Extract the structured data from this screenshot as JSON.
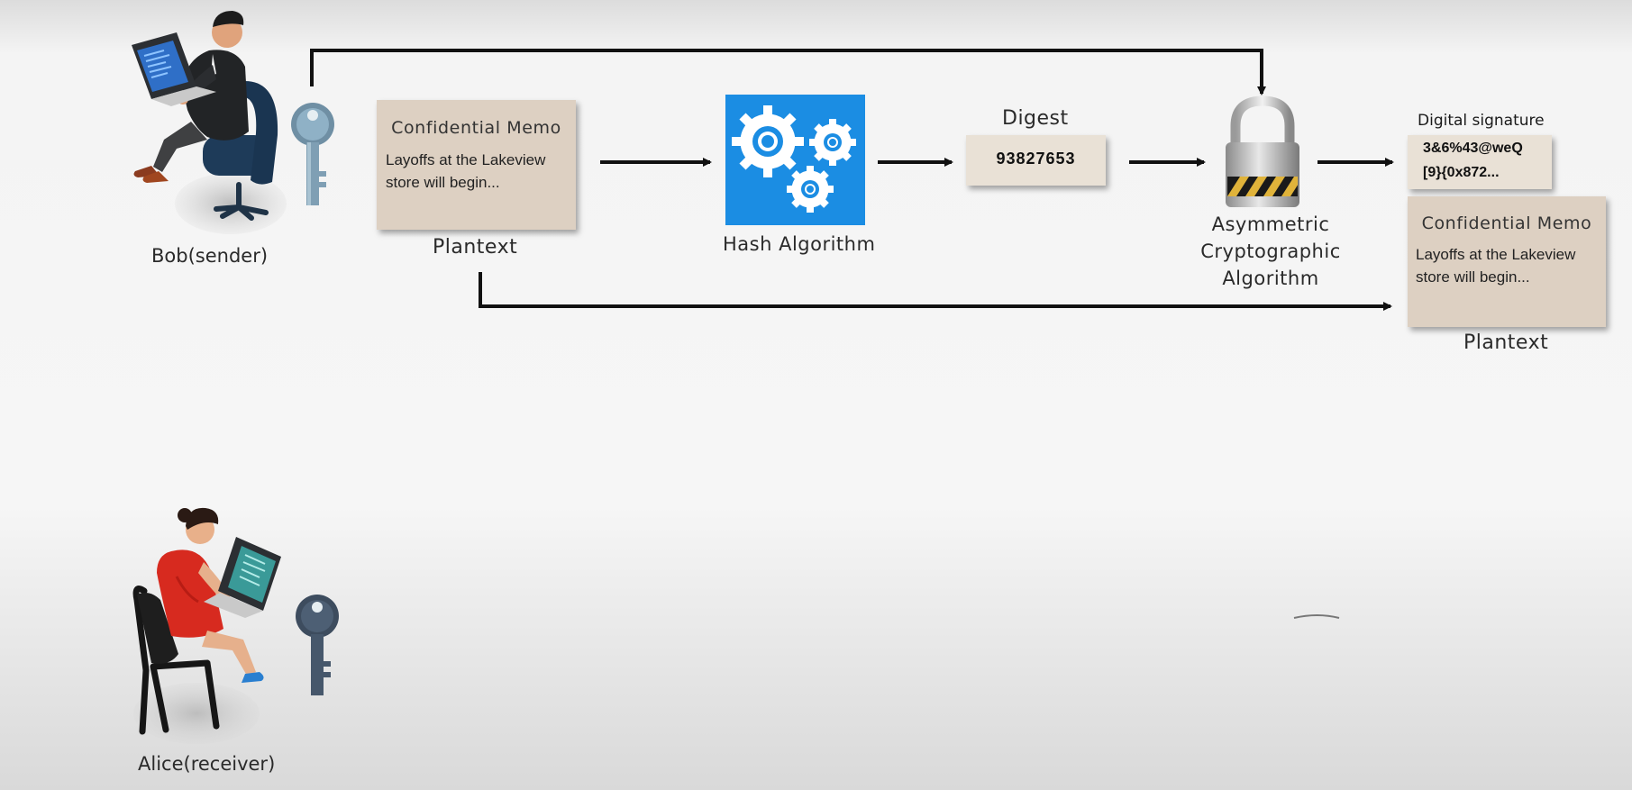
{
  "bob": {
    "label": "Bob(sender)"
  },
  "alice": {
    "label": "Alice(receiver)"
  },
  "plaintext_memo": {
    "title": "Confidential Memo",
    "body_line1": "Layoffs at the Lakeview",
    "body_line2": "store will begin...",
    "caption": "Plantext"
  },
  "hash": {
    "caption": "Hash Algorithm",
    "color": "#1b8de3"
  },
  "digest": {
    "title": "Digest",
    "value": "93827653"
  },
  "asymmetric": {
    "line1": "Asymmetric",
    "line2": "Cryptographic",
    "line3": "Algorithm"
  },
  "signature": {
    "title": "Digital signature",
    "line1": "3&6%43@weQ",
    "line2": "[9}{0x872..."
  },
  "output_memo": {
    "title": "Confidential Memo",
    "body_line1": "Layoffs at the Lakeview",
    "body_line2": "store will begin...",
    "caption": "Plantext"
  },
  "icons": [
    "person-at-laptop-icon",
    "key-icon",
    "gear-icon",
    "padlock-icon"
  ]
}
